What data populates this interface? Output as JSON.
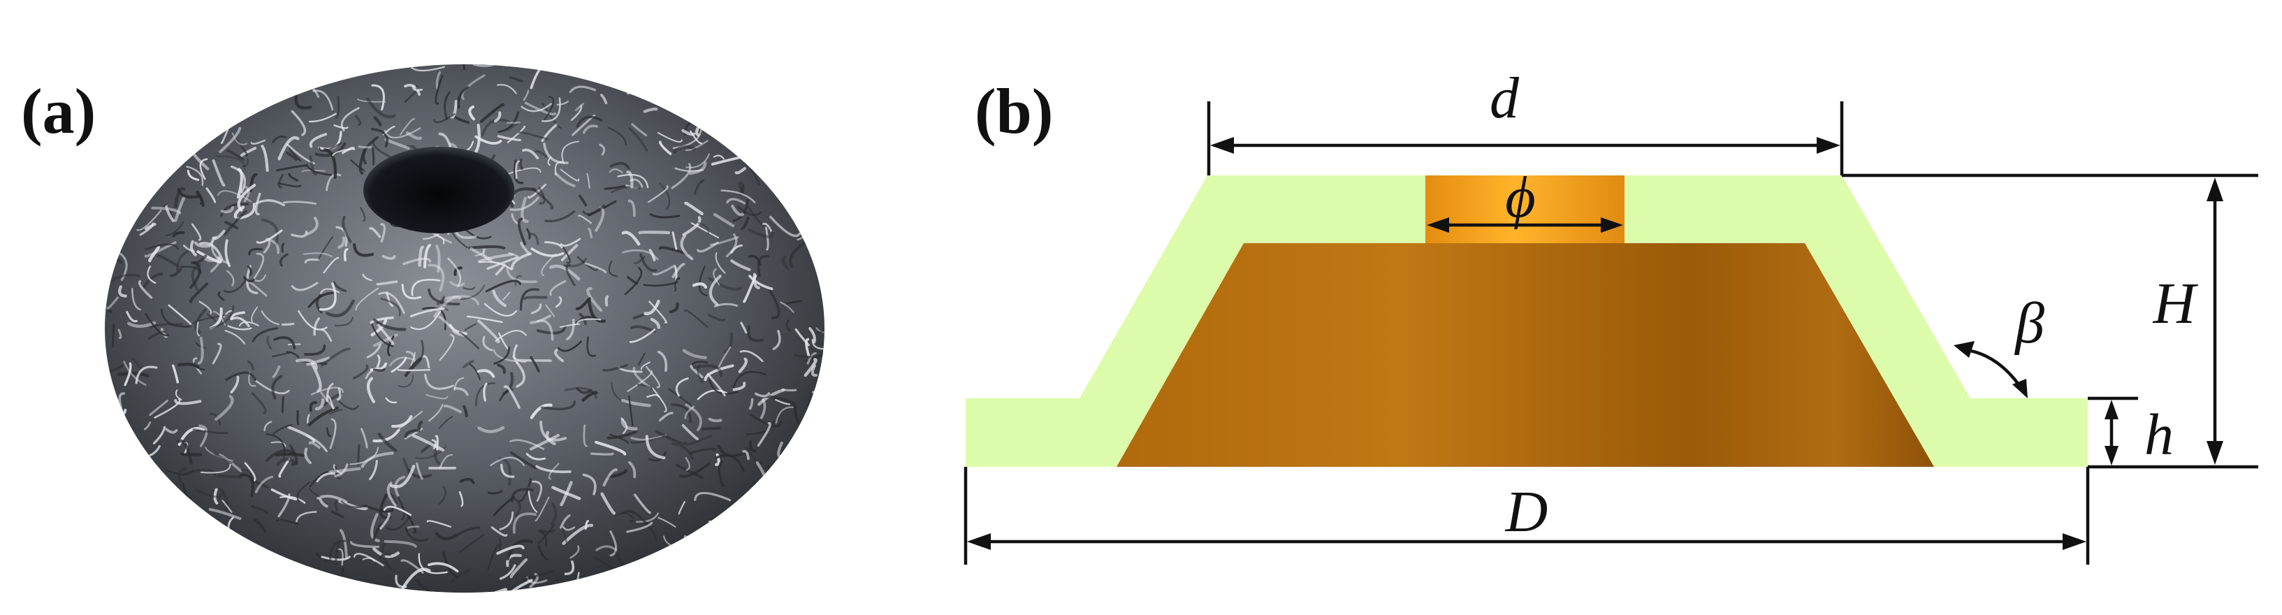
{
  "panel_a": {
    "label": "(a)"
  },
  "panel_b": {
    "label": "(b)",
    "dimensions": {
      "top_diameter": "d",
      "hole_diameter": "ϕ",
      "total_height": "H",
      "angle": "β",
      "rim_height": "h",
      "base_diameter": "D"
    }
  },
  "colors": {
    "shell": "#dcfcab",
    "core_light": "#c07814",
    "core_dark": "#8e5208",
    "hole_fill": "#f6a31c",
    "mesh_dark": "#2a2d30",
    "mesh_light": "#e6e9ee",
    "line": "#111111"
  }
}
